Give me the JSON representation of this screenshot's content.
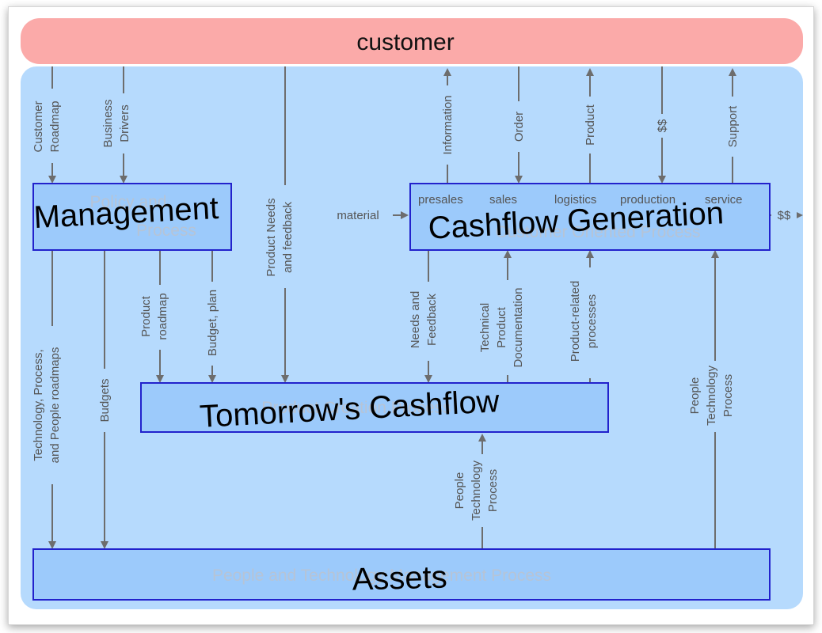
{
  "customer": "customer",
  "boxes": {
    "management": {
      "title": "Management",
      "subtitle_lines": [
        "Policy and",
        "Process"
      ]
    },
    "cashflow": {
      "title": "Cashflow Generation",
      "subtitle": "Customer Oriented Process",
      "stages": [
        "presales",
        "sales",
        "logistics",
        "production",
        "service"
      ]
    },
    "tomorrow": {
      "title": "Tomorrow's Cashflow",
      "subtitle": "Product Creation Process"
    },
    "assets": {
      "title": "Assets",
      "subtitle": "People and Technology Management Process"
    }
  },
  "labels": {
    "customer_roadmap": [
      "Customer",
      "Roadmap"
    ],
    "business_drivers": [
      "Business",
      "Drivers"
    ],
    "product_needs": [
      "Product Needs",
      "and feedback"
    ],
    "information": [
      "Information"
    ],
    "order": [
      "Order"
    ],
    "product": [
      "Product"
    ],
    "money": [
      "$$"
    ],
    "support": [
      "Support"
    ],
    "material": "material",
    "money_out": "$$",
    "tech_roadmaps": [
      "Technology, Process,",
      "and People roadmaps"
    ],
    "budgets": [
      "Budgets"
    ],
    "product_roadmap": [
      "Product",
      "roadmap"
    ],
    "budget_plan": [
      "Budget, plan"
    ],
    "needs_feedback": [
      "Needs and",
      "Feedback"
    ],
    "tech_doc": [
      "Technical",
      "Product",
      "Documentation"
    ],
    "product_processes": [
      "Product-related",
      "processes"
    ],
    "ptp_right": [
      "People",
      "Technology",
      "Process"
    ],
    "ptp_center": [
      "People",
      "Technology",
      "Process"
    ]
  }
}
